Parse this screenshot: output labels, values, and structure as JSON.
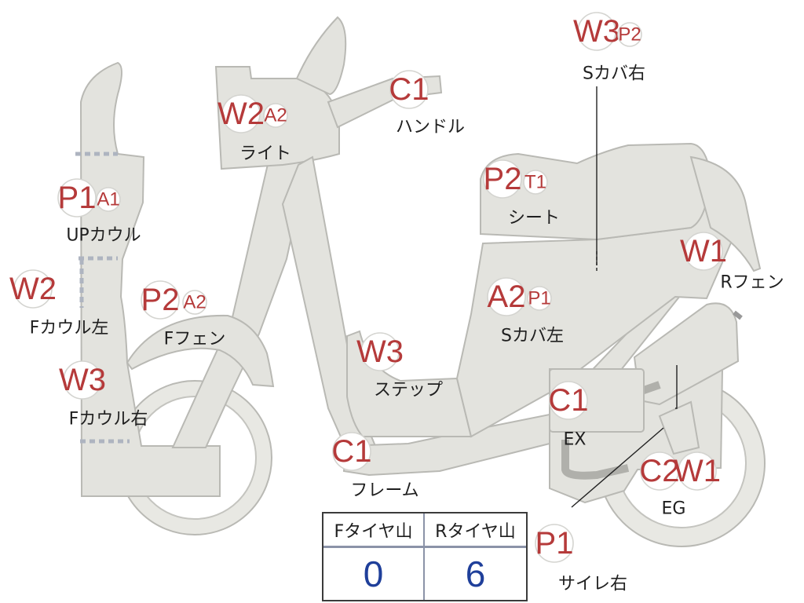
{
  "parts": [
    {
      "id": "up_cowl",
      "codes": [
        "P1",
        "A1"
      ],
      "name": "UPカウル"
    },
    {
      "id": "f_cowl_left",
      "codes": [
        "W2"
      ],
      "name": "Fカウル左"
    },
    {
      "id": "f_cowl_right",
      "codes": [
        "W3"
      ],
      "name": "Fカウル右"
    },
    {
      "id": "light",
      "codes": [
        "W2",
        "A2"
      ],
      "name": "ライト"
    },
    {
      "id": "handle",
      "codes": [
        "C1"
      ],
      "name": "ハンドル"
    },
    {
      "id": "f_fender",
      "codes": [
        "P2",
        "A2"
      ],
      "name": "Fフェン"
    },
    {
      "id": "step",
      "codes": [
        "W3"
      ],
      "name": "ステップ"
    },
    {
      "id": "frame",
      "codes": [
        "C1"
      ],
      "name": "フレーム"
    },
    {
      "id": "seat",
      "codes": [
        "P2",
        "T1"
      ],
      "name": "シート"
    },
    {
      "id": "s_cover_left",
      "codes": [
        "A2",
        "P1"
      ],
      "name": "Sカバ左"
    },
    {
      "id": "s_cover_right",
      "codes": [
        "W3",
        "P2"
      ],
      "name": "Sカバ右"
    },
    {
      "id": "r_fender",
      "codes": [
        "W1"
      ],
      "name": "Rフェン"
    },
    {
      "id": "ex",
      "codes": [
        "C1"
      ],
      "name": "EX"
    },
    {
      "id": "eg",
      "codes": [
        "C2",
        "W1"
      ],
      "name": "EG"
    },
    {
      "id": "muffler_right",
      "codes": [
        "P1"
      ],
      "name": "サイレ右"
    }
  ],
  "tread_table": {
    "front_header": "Fタイヤ山",
    "rear_header": "Rタイヤ山",
    "front_value": "0",
    "rear_value": "6"
  },
  "colors": {
    "body_fill": "#e3e3de",
    "part_outline": "#b9b9b4",
    "code_text": "#b53a3a",
    "tread_value": "#1f3f9a"
  }
}
